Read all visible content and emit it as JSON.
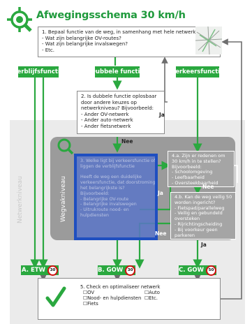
{
  "title": "Afwegingsschema 30 km/h",
  "step1": {
    "heading": "1. Bepaal functie van de weg, in samenhang met hele netwerk",
    "lines": [
      "- Wat zijn belangrijke OV-routes?",
      "- Wat zijn belangrijke invalswegen?",
      "- Etc."
    ]
  },
  "functions": {
    "verblijf": "Verblijfsfunctie",
    "dubbel": "Dubbele functie",
    "verkeer": "Verkeersfunctie"
  },
  "step2": {
    "lines": [
      "2. Is dubbele functie oplosbaar",
      "door andere keuzes op",
      "netwerkniveau? Bijvoorbeeld:",
      "- Ander OV-netwerk",
      "- Ander auto-netwerk",
      "- Ander fietsnetwerk"
    ],
    "ja": "Ja",
    "nee": "Nee"
  },
  "step3": {
    "lines": [
      "3. Welke ligt bij verkeersfunctie of",
      "liggen de verblijfsfunctie",
      "",
      "Heeft de weg een duidelijke",
      "verkeersfunctie, dat doorstroming",
      "het belangrijkste is?",
      "Bijvoorbeeld:",
      "- Belangrijke OV-route",
      "- Belangrijke invalswegen",
      "- Uitrukroute nood- en",
      "  hulpdiensten"
    ]
  },
  "step4a": {
    "lines": [
      "4.a. Zijn er redenen om",
      "30 km/h in te stellen?",
      "Bijvoorbeeld:",
      "- Schoolomgeving",
      "- Leefbaarheid",
      "- Oversteekbaarheid"
    ],
    "ja": "Ja",
    "nee": "Nee"
  },
  "step4b": {
    "lines": [
      "4.b. Kan de weg veilig 50",
      "worden ingericht?",
      "- Fietspad/parallelweg",
      "- Veilig en gebundeld",
      "  oversteken",
      "- Rijrichtingscheiding",
      "- Bij voorkeur geen",
      "  parkeren"
    ],
    "ja": "Ja",
    "nee": "Nee"
  },
  "side_labels": {
    "netwerk": "Netwerkniveau",
    "wegvak": "Wegvakniveau"
  },
  "results": [
    {
      "label": "A. ETW",
      "speed": "30"
    },
    {
      "label": "B. GOW",
      "speed": "30"
    },
    {
      "label": "C. GOW",
      "speed": "50"
    }
  ],
  "step5": {
    "heading": "5. Check en optimaliseer netwerk",
    "options": [
      "☐OV",
      "☐Auto",
      "☐Nood- en hulpdiensten",
      "☐Etc.",
      "☐Fiets"
    ]
  },
  "colors": {
    "green": "#2aa83f",
    "blue": "#1f4fc0",
    "red": "#d01010"
  }
}
